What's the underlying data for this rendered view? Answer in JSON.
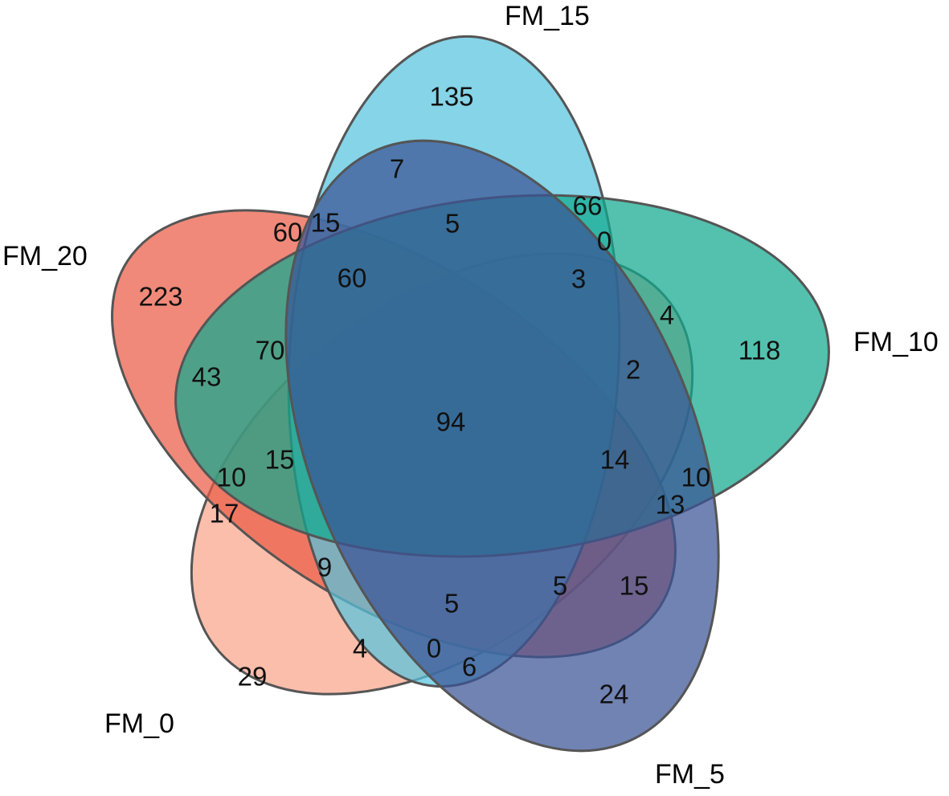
{
  "sets": [
    {
      "key": "fm0",
      "label": "FM_0",
      "color": "#f9a58b"
    },
    {
      "key": "fm20",
      "label": "FM_20",
      "color": "#ea5b45"
    },
    {
      "key": "fm15",
      "label": "FM_15",
      "color": "#56c4de"
    },
    {
      "key": "fm10",
      "label": "FM_10",
      "color": "#11a98d"
    },
    {
      "key": "fm5",
      "label": "FM_5",
      "color": "#3a5395"
    }
  ],
  "regions": [
    {
      "sets": [
        "FM_15"
      ],
      "count": "135"
    },
    {
      "sets": [
        "FM_15",
        "FM_5"
      ],
      "count": "7"
    },
    {
      "sets": [
        "FM_15",
        "FM_10"
      ],
      "count": "66"
    },
    {
      "sets": [
        "FM_20",
        "FM_15"
      ],
      "count": "60"
    },
    {
      "sets": [
        "FM_20",
        "FM_15",
        "FM_5"
      ],
      "count": "15"
    },
    {
      "sets": [
        "FM_15",
        "FM_10",
        "FM_5"
      ],
      "count": "5"
    },
    {
      "sets": [
        "FM_0",
        "FM_15",
        "FM_10"
      ],
      "count": "0"
    },
    {
      "sets": [
        "FM_20"
      ],
      "count": "223"
    },
    {
      "sets": [
        "FM_20",
        "FM_15",
        "FM_10",
        "FM_5"
      ],
      "count": "60"
    },
    {
      "sets": [
        "FM_0",
        "FM_15",
        "FM_10",
        "FM_5"
      ],
      "count": "3"
    },
    {
      "sets": [
        "FM_0",
        "FM_10"
      ],
      "count": "4"
    },
    {
      "sets": [
        "FM_10"
      ],
      "count": "118"
    },
    {
      "sets": [
        "FM_20",
        "FM_15",
        "FM_10"
      ],
      "count": "70"
    },
    {
      "sets": [
        "FM_20",
        "FM_10"
      ],
      "count": "43"
    },
    {
      "sets": [
        "FM_0",
        "FM_15",
        "FM_10"
      ],
      "count": "2"
    },
    {
      "sets": [
        "FM_0",
        "FM_20",
        "FM_15",
        "FM_10",
        "FM_5"
      ],
      "count": "94"
    },
    {
      "sets": [
        "FM_0",
        "FM_20",
        "FM_15",
        "FM_10"
      ],
      "count": "15"
    },
    {
      "sets": [
        "FM_0",
        "FM_20",
        "FM_10"
      ],
      "count": "10"
    },
    {
      "sets": [
        "FM_0",
        "FM_10",
        "FM_5"
      ],
      "count": "14"
    },
    {
      "sets": [
        "FM_10",
        "FM_5"
      ],
      "count": "10"
    },
    {
      "sets": [
        "FM_0",
        "FM_20"
      ],
      "count": "17"
    },
    {
      "sets": [
        "FM_0",
        "FM_10",
        "FM_5"
      ],
      "count": "13"
    },
    {
      "sets": [
        "FM_0",
        "FM_20",
        "FM_15"
      ],
      "count": "9"
    },
    {
      "sets": [
        "FM_0",
        "FM_20",
        "FM_5"
      ],
      "count": "5"
    },
    {
      "sets": [
        "FM_0",
        "FM_20",
        "FM_15",
        "FM_5"
      ],
      "count": "5"
    },
    {
      "sets": [
        "FM_0",
        "FM_5"
      ],
      "count": "15"
    },
    {
      "sets": [
        "FM_0",
        "FM_15"
      ],
      "count": "4"
    },
    {
      "sets": [
        "FM_0",
        "FM_15",
        "FM_5"
      ],
      "count": "0"
    },
    {
      "sets": [
        "FM_0",
        "FM_20",
        "FM_5"
      ],
      "count": "6"
    },
    {
      "sets": [
        "FM_0"
      ],
      "count": "29"
    },
    {
      "sets": [
        "FM_5"
      ],
      "count": "24"
    }
  ]
}
